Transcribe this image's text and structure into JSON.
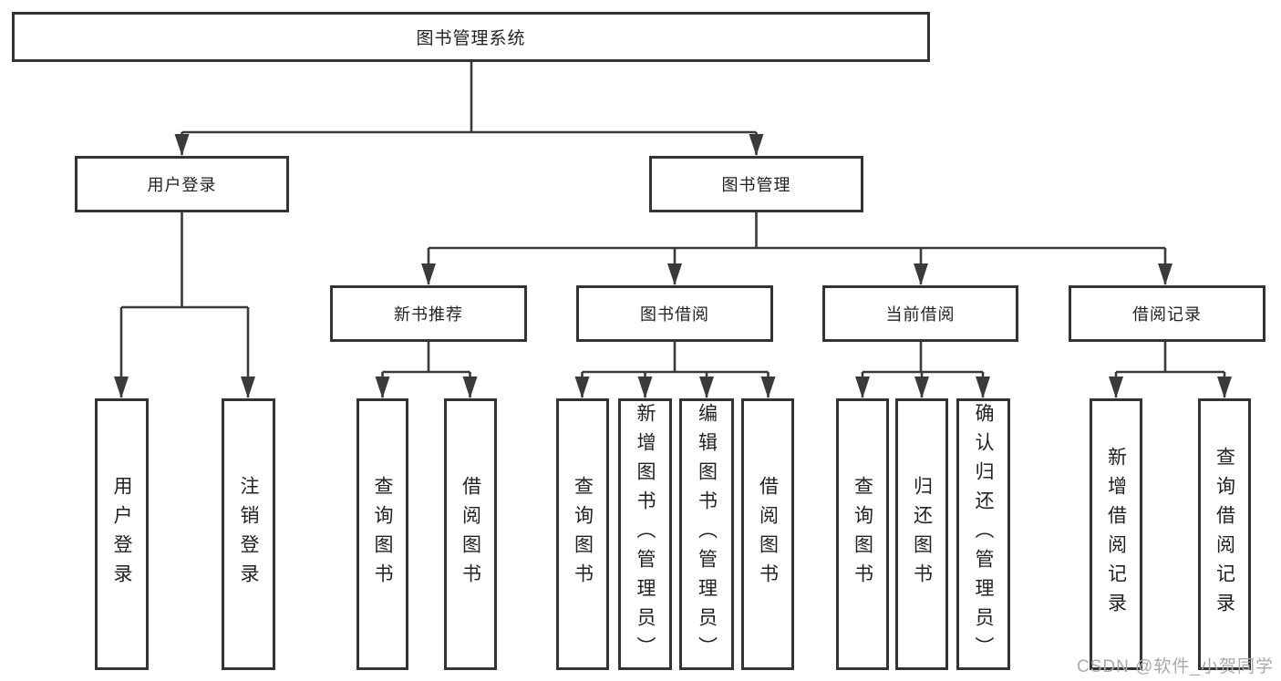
{
  "diagram_title": "图书管理系统",
  "tree": {
    "root": {
      "label": "图书管理系统"
    },
    "branches": [
      {
        "label": "用户登录",
        "children": [
          {
            "label": "用户登录"
          },
          {
            "label": "注销登录"
          }
        ]
      },
      {
        "label": "图书管理",
        "children": [
          {
            "label": "新书推荐",
            "children": [
              {
                "label": "查询图书"
              },
              {
                "label": "借阅图书"
              }
            ]
          },
          {
            "label": "图书借阅",
            "children": [
              {
                "label": "查询图书"
              },
              {
                "label": "新增图书（管理员）"
              },
              {
                "label": "编辑图书（管理员）"
              },
              {
                "label": "借阅图书"
              }
            ]
          },
          {
            "label": "当前借阅",
            "children": [
              {
                "label": "查询图书"
              },
              {
                "label": "归还图书"
              },
              {
                "label": "确认归还（管理员）"
              }
            ]
          },
          {
            "label": "借阅记录",
            "children": [
              {
                "label": "新增借阅记录"
              },
              {
                "label": "查询借阅记录"
              }
            ]
          }
        ]
      }
    ]
  },
  "watermark": {
    "text": "CSDN @软件_小贺同学",
    "color": "#a6abb1"
  },
  "colors": {
    "line": "#3a3a3a",
    "box_border": "#333333",
    "box_fill": "#ffffff",
    "text": "#222222"
  }
}
